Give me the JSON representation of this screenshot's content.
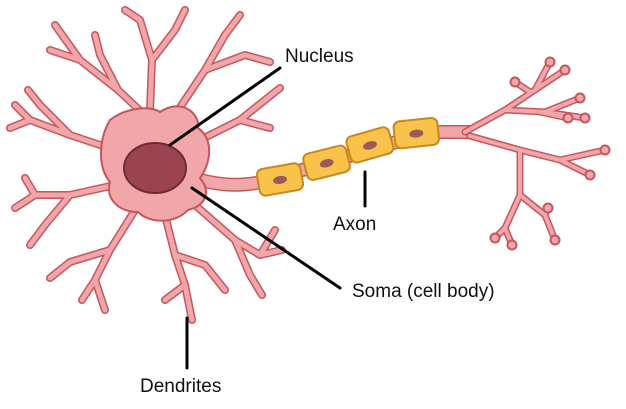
{
  "labels": {
    "nucleus": "Nucleus",
    "axon": "Axon",
    "soma": "Soma (cell body)",
    "dendrites": "Dendrites"
  },
  "colors": {
    "neuron_fill": "#f1a7a9",
    "neuron_outline": "#c5555e",
    "nucleus_fill": "#9b4450",
    "nucleus_outline": "#6e2a35",
    "myelin_fill": "#f9c24a",
    "myelin_outline": "#c8891c",
    "myelin_node": "#9b5a5a",
    "leader_line": "#000000"
  }
}
